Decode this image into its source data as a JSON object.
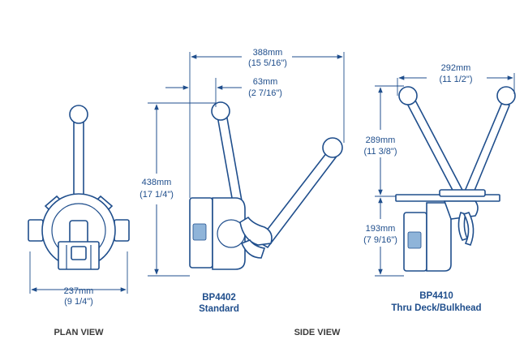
{
  "plan_view": {
    "label": "PLAN VIEW",
    "width_mm": "237mm",
    "width_in": "(9 1/4\")"
  },
  "side_view": {
    "label": "SIDE VIEW"
  },
  "bp4402": {
    "model": "BP4402",
    "variant": "Standard",
    "overall_width_mm": "388mm",
    "overall_width_in": "(15 5/16\")",
    "offset_mm": "63mm",
    "offset_in": "(2 7/16\")",
    "height_mm": "438mm",
    "height_in": "(17 1/4\")"
  },
  "bp4410": {
    "model": "BP4410",
    "variant": "Thru Deck/Bulkhead",
    "handle_spread_mm": "292mm",
    "handle_spread_in": "(11 1/2\")",
    "above_deck_mm": "289mm",
    "above_deck_in": "(11 3/8\")",
    "below_deck_mm": "193mm",
    "below_deck_in": "(7 9/16\")"
  },
  "colors": {
    "line": "#1f4e8c",
    "bolt_fill": "#8fb4d9",
    "view_label": "#3a3a3a"
  }
}
